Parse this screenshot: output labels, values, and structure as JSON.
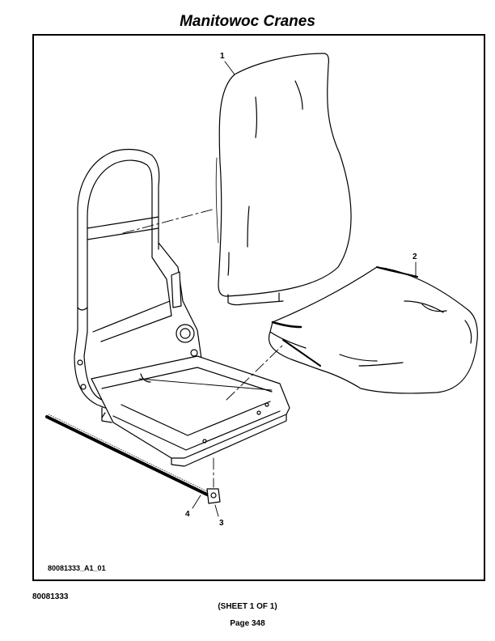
{
  "header": {
    "title": "Manitowoc Cranes"
  },
  "figure": {
    "id": "80081333_A1_01",
    "callouts": [
      "1",
      "2",
      "3",
      "4"
    ]
  },
  "footer": {
    "doc_number": "80081333",
    "sheet": "(SHEET 1 OF 1)",
    "page": "Page 348"
  }
}
